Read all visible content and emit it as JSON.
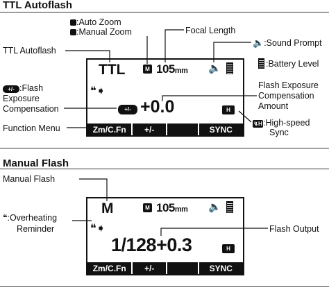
{
  "ttl": {
    "title": "TTL Autoflash",
    "zoom_auto": ":Auto Zoom",
    "zoom_manual": ":Manual Zoom",
    "focal_length_label": "Focal Length",
    "sound_prompt": ":Sound Prompt",
    "battery_level": ":Battery Level",
    "ttl_autoflash_label": "TTL Autoflash",
    "fec_icon_label_1": ":Flash",
    "fec_icon_label_2": "Exposure",
    "fec_icon_label_3": "Compensation",
    "fec_amount_1": "Flash Exposure",
    "fec_amount_2": "Compensation",
    "fec_amount_3": "Amount",
    "hss_1": ":High-speed",
    "hss_2": "Sync",
    "function_menu": "Function Menu",
    "lcd": {
      "mode": "TTL",
      "zoom_icon": "M",
      "focal": "105",
      "focal_unit": "mm",
      "value": "+0.0",
      "fec_icon": "+/-",
      "hss_icon": "H"
    },
    "menu": [
      "Zm/C.Fn",
      "+/-",
      "",
      "SYNC"
    ]
  },
  "manual": {
    "title": "Manual Flash",
    "manual_flash_label": "Manual Flash",
    "overheat_1": ":Overheating",
    "overheat_2": "Reminder",
    "flash_output": "Flash Output",
    "lcd": {
      "mode": "M",
      "zoom_icon": "M",
      "focal": "105",
      "focal_unit": "mm",
      "value": "1/128+0.3",
      "hss_icon": "H"
    },
    "menu": [
      "Zm/C.Fn",
      "+/-",
      "",
      "SYNC"
    ]
  }
}
